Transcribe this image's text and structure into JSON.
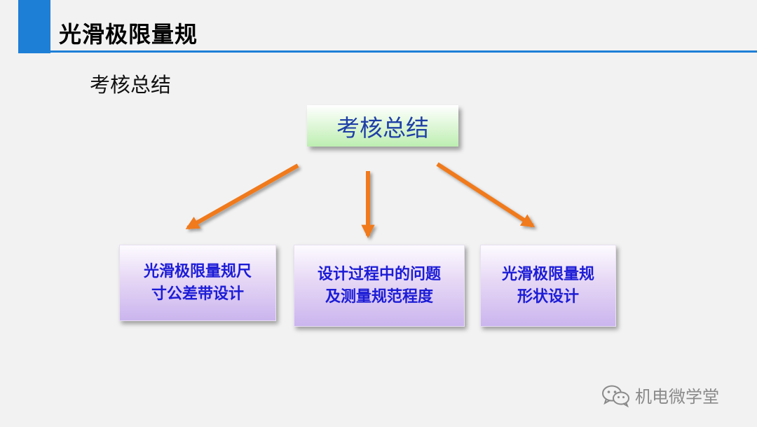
{
  "header": {
    "title": "光滑极限量规"
  },
  "subtitle": "考核总结",
  "diagram": {
    "center": "考核总结",
    "children": [
      {
        "line1": "光滑极限量规尺",
        "line2": "寸公差带设计"
      },
      {
        "line1": "设计过程中的问题",
        "line2": "及测量规范程度"
      },
      {
        "line1": "光滑极限量规",
        "line2": "形状设计"
      }
    ]
  },
  "watermark": {
    "text": "机电微学堂",
    "icon": "wechat-icon"
  },
  "colors": {
    "accent": "#1e7fd6",
    "arrow": "#f07a1a",
    "child_text": "#1c1cd6",
    "center_text": "#1f3fa6"
  }
}
